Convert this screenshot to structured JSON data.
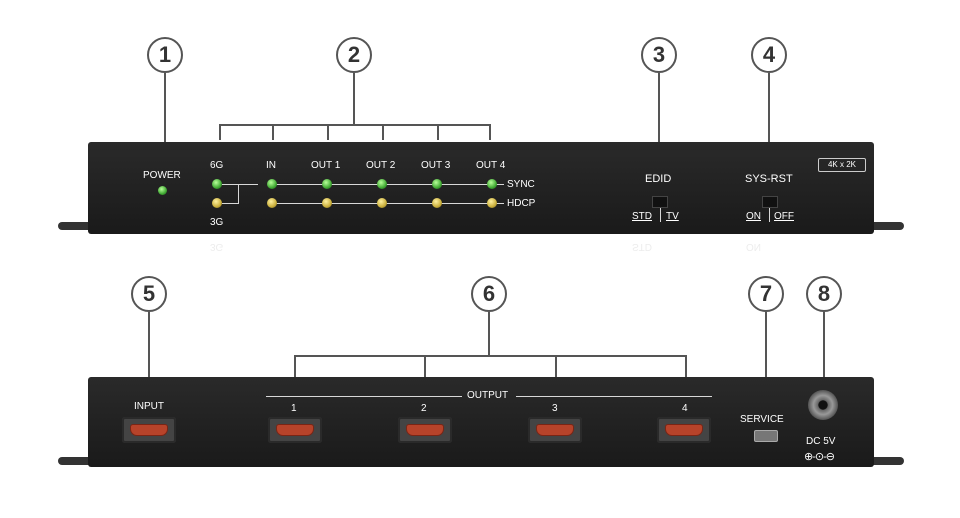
{
  "callouts": [
    "1",
    "2",
    "3",
    "4",
    "5",
    "6",
    "7",
    "8"
  ],
  "front": {
    "power_label": "POWER",
    "col_labels": [
      "6G",
      "IN",
      "OUT 1",
      "OUT 2",
      "OUT 3",
      "OUT 4"
    ],
    "label_3g": "3G",
    "sync_label": "SYNC",
    "hdcp_label": "HDCP",
    "edid_label": "EDID",
    "edid_std": "STD",
    "edid_tv": "TV",
    "sysrst_label": "SYS-RST",
    "sysrst_on": "ON",
    "sysrst_off": "OFF",
    "badge": "4K x 2K"
  },
  "rear": {
    "input_label": "INPUT",
    "output_label": "OUTPUT",
    "output_numbers": [
      "1",
      "2",
      "3",
      "4"
    ],
    "service_label": "SERVICE",
    "dc_label": "DC 5V"
  },
  "colors": {
    "panel": "#222222",
    "led_green": "#3fa832",
    "led_yellow": "#c9ae3a",
    "hdmi": "#b7432a"
  }
}
